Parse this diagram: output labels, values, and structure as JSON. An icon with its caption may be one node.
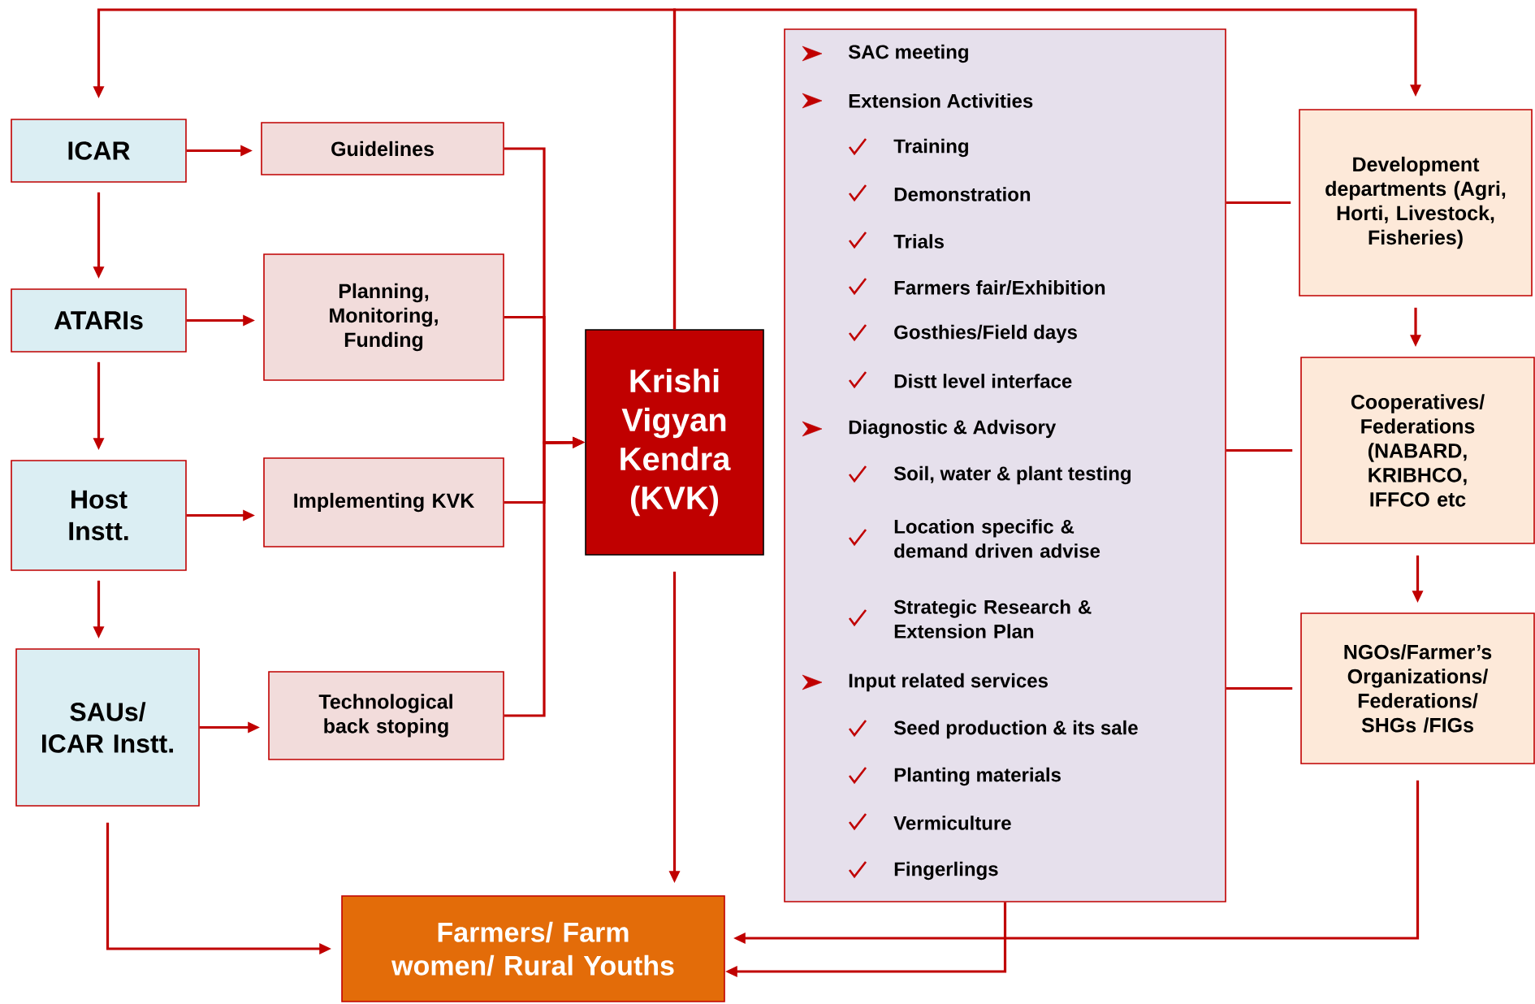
{
  "diagram": {
    "nodes": [
      {
        "text": [
          "ICAR"
        ]
      },
      {
        "text": [
          "Guidelines"
        ]
      },
      {
        "text": [
          "ATARIs"
        ]
      },
      {
        "text": [
          "Planning, Monitoring, Funding"
        ]
      },
      {
        "text": [
          "Host Instt."
        ]
      },
      {
        "text": [
          "Implementing KVK"
        ]
      },
      {
        "text": [
          "SAUs/ ICAR Instt."
        ]
      },
      {
        "text": [
          "Technological back stoping"
        ]
      },
      {
        "text": [
          "Krishi Vigyan Kendra (KVK)"
        ]
      },
      {
        "text": [
          "SAC meeting",
          "Extension Activities",
          "Training",
          "Demonstration",
          "Trials",
          "Farmers fair/Exhibition",
          "Gosthies/Field days",
          "Distt level interface",
          "Diagnostic & Advisory",
          "Soil, water & plant testing",
          "Location specific & demand driven advise",
          "Strategic Research & Extension Plan",
          "Input related services",
          "Seed production & its sale",
          "Planting materials",
          "Vermiculture",
          "Fingerlings"
        ]
      },
      {
        "text": [
          "Development departments (Agri, Horti, Livestock, Fisheries)"
        ]
      },
      {
        "text": [
          "Cooperatives/ Federations (NABARD, KRIBHCO, IFFCO etc"
        ]
      },
      {
        "text": [
          "NGOs/Farmer’s Organizations/ Federations/ SHGs /FIGs"
        ]
      },
      {
        "text": [
          "Farmers/ Farm women/ Rural Youths"
        ]
      }
    ],
    "edges": [
      {
        "from": 0,
        "to": 1,
        "arrow": "to"
      },
      {
        "from": 2,
        "to": 3,
        "arrow": "to"
      },
      {
        "from": 4,
        "to": 5,
        "arrow": "to"
      },
      {
        "from": 6,
        "to": 7,
        "arrow": "to"
      },
      {
        "from": 0,
        "to": 2,
        "arrow": "to"
      },
      {
        "from": 2,
        "to": 4,
        "arrow": "to"
      },
      {
        "from": 4,
        "to": 6,
        "arrow": "to"
      },
      {
        "from": 1,
        "to": 8,
        "arrow": "to"
      },
      {
        "from": 3,
        "to": 8,
        "arrow": "to"
      },
      {
        "from": 5,
        "to": 8,
        "arrow": "to"
      },
      {
        "from": 7,
        "to": 8,
        "arrow": "to"
      },
      {
        "from": 8,
        "to": 0,
        "arrow": "to"
      },
      {
        "from": 8,
        "to": 10,
        "arrow": "to"
      },
      {
        "from": 8,
        "to": 13,
        "arrow": "to"
      },
      {
        "from": 6,
        "to": 13,
        "arrow": "to"
      },
      {
        "from": 9,
        "to": 13,
        "arrow": "to"
      },
      {
        "from": 12,
        "to": 13,
        "arrow": "to"
      },
      {
        "from": 10,
        "to": 11,
        "arrow": "to"
      },
      {
        "from": 11,
        "to": 12,
        "arrow": "to"
      },
      {
        "from": 9,
        "to": 10,
        "arrow": "none"
      },
      {
        "from": 9,
        "to": 11,
        "arrow": "none"
      },
      {
        "from": 9,
        "to": 12,
        "arrow": "none"
      }
    ]
  }
}
